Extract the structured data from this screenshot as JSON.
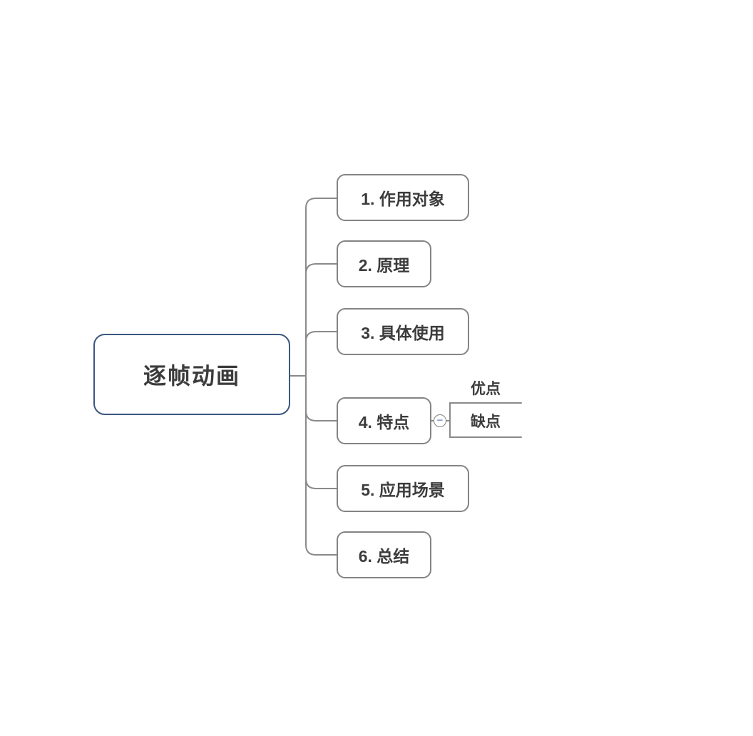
{
  "mindmap": {
    "root": {
      "label": "逐帧动画"
    },
    "branches": [
      {
        "label": "1. 作用对象"
      },
      {
        "label": "2. 原理"
      },
      {
        "label": "3. 具体使用"
      },
      {
        "label": "4. 特点",
        "children": [
          {
            "label": "优点"
          },
          {
            "label": "缺点"
          }
        ]
      },
      {
        "label": "5. 应用场景"
      },
      {
        "label": "6. 总结"
      }
    ],
    "collapse_button": {
      "symbol": "−"
    },
    "colors": {
      "background": "#ffffff",
      "root_border": "#3b5780",
      "branch_border": "#848484",
      "connector": "#8a8a8a",
      "text": "#3c3c3c",
      "collapse_minus": "#8b9cc8"
    }
  }
}
